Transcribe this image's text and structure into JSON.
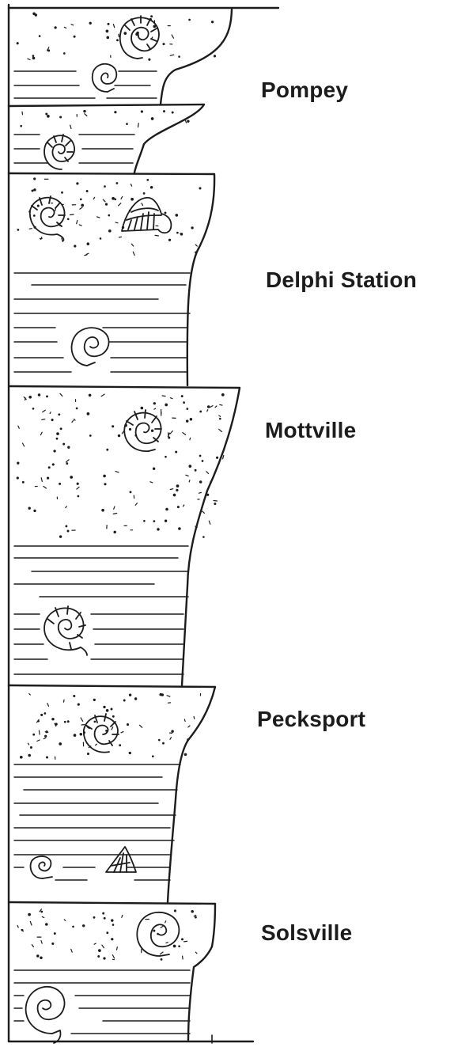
{
  "units": [
    {
      "name": "Pompey"
    },
    {
      "name": "Delphi Station"
    },
    {
      "name": "Mottville"
    },
    {
      "name": "Pecksport"
    },
    {
      "name": "Solsville"
    }
  ],
  "colors": {
    "ink": "#1c1c1c",
    "background": "#ffffff"
  }
}
